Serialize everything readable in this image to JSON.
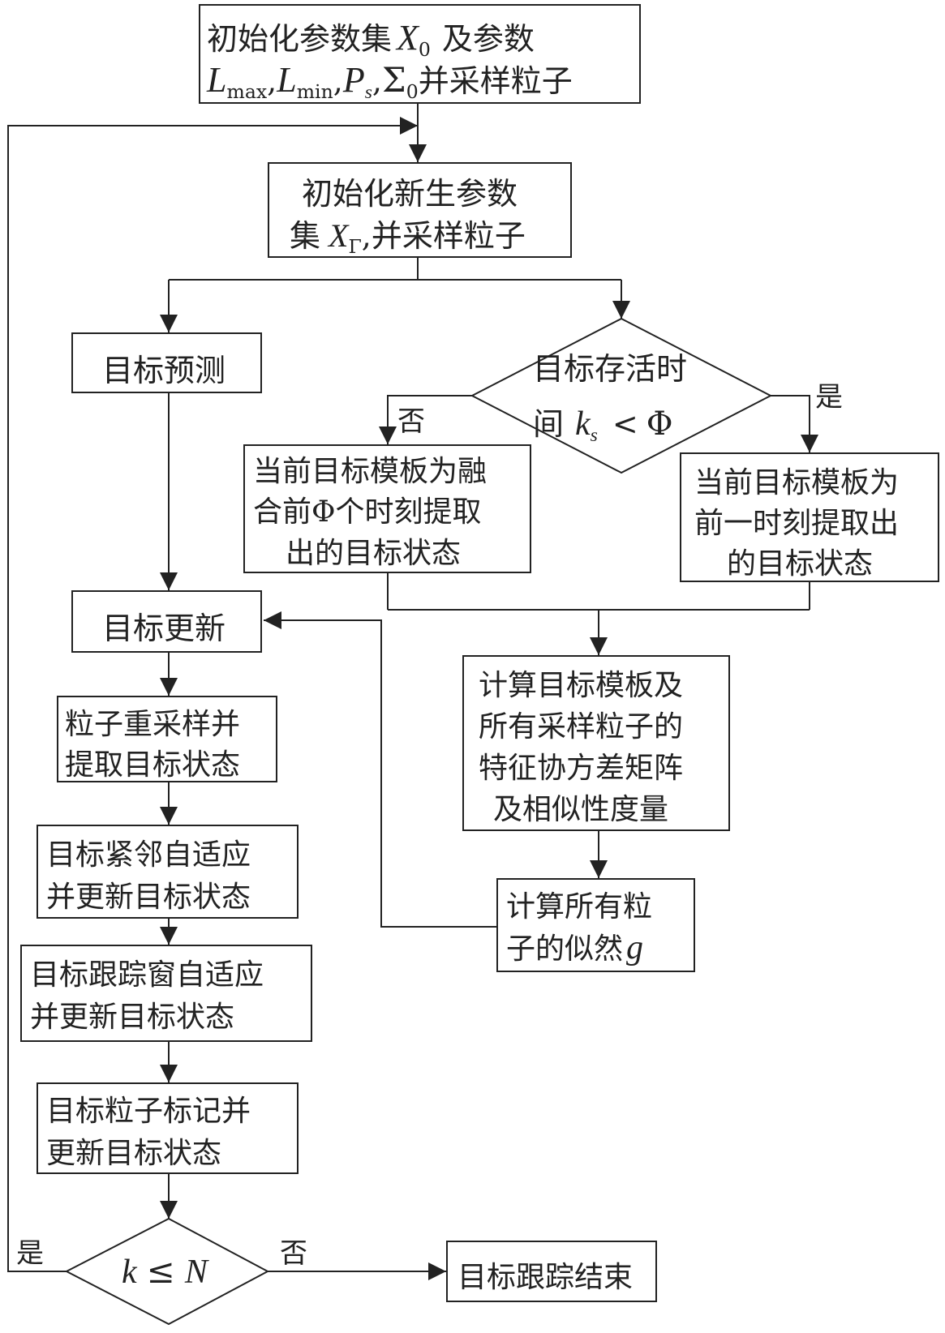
{
  "nodes": {
    "init": {
      "line1_prefix": "初始化参数集",
      "line1_var": "X",
      "line1_sub": "0",
      "line1_suffix": "及参数",
      "line2_L": "L",
      "line2_max": "max",
      "line2_min": "min",
      "line2_P": "P",
      "line2_s": "s",
      "line2_Sigma": "Σ",
      "line2_zero": "0",
      "line2_suffix": "并采样粒子"
    },
    "newborn": {
      "line1": "初始化新生参数",
      "line2_prefix": "集",
      "line2_var": "X",
      "line2_sub": "Γ",
      "line2_suffix": ",并采样粒子"
    },
    "predict": {
      "label": "目标预测"
    },
    "decision_survival": {
      "line1": "目标存活时",
      "line2_prefix": "间",
      "line2_var": "k",
      "line2_sub": "s",
      "line2_op": "<",
      "line2_phi": "Φ"
    },
    "template_fused": {
      "lines": [
        "当前目标模板为融",
        "合前Φ个时刻提取",
        "出的目标状态"
      ]
    },
    "template_previous": {
      "lines": [
        "当前目标模板为",
        "前一时刻提取出",
        "的目标状态"
      ]
    },
    "update": {
      "label": "目标更新"
    },
    "covariance": {
      "lines": [
        "计算目标模板及",
        "所有采样粒子的",
        "特征协方差矩阵",
        "及相似性度量"
      ]
    },
    "resample": {
      "lines": [
        "粒子重采样并",
        "提取目标状态"
      ]
    },
    "neighbor_adapt": {
      "lines": [
        "目标紧邻自适应",
        "并更新目标状态"
      ]
    },
    "likelihood": {
      "line1": "计算所有粒",
      "line2_prefix": "子的似然",
      "line2_var": "g"
    },
    "window_adapt": {
      "lines": [
        "目标跟踪窗自适应",
        "并更新目标状态"
      ]
    },
    "particle_label": {
      "lines": [
        "目标粒子标记并",
        "更新目标状态"
      ]
    },
    "decision_loop": {
      "var_k": "k",
      "op": "≤",
      "var_N": "N"
    },
    "end": {
      "label": "目标跟踪结束"
    }
  },
  "edge_labels": {
    "survival_no": "否",
    "survival_yes": "是",
    "loop_yes": "是",
    "loop_no": "否"
  }
}
